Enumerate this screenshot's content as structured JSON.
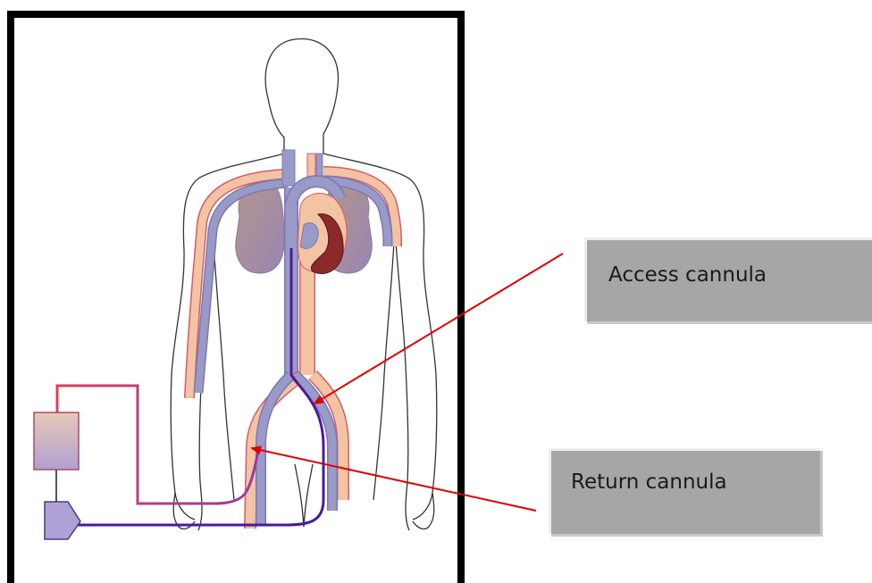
{
  "labels": {
    "access": "Access cannula",
    "return": "Return cannula"
  },
  "colors": {
    "frame": "#000000",
    "vein": "#9a9ac8",
    "artery": "#f2c4a4",
    "circuit_red": "#d8405a",
    "circuit_purple": "#4a1a9a",
    "heart_muscle": "#8b2a2a",
    "lung": "#a88a8a",
    "pointer_arrow": "#e00000",
    "label_box": "#a6a6a6"
  },
  "icons": {
    "body_outline": "human-torso-outline",
    "oxygenator": "oxygenator-rectangle",
    "pump": "pentagon-pump"
  }
}
